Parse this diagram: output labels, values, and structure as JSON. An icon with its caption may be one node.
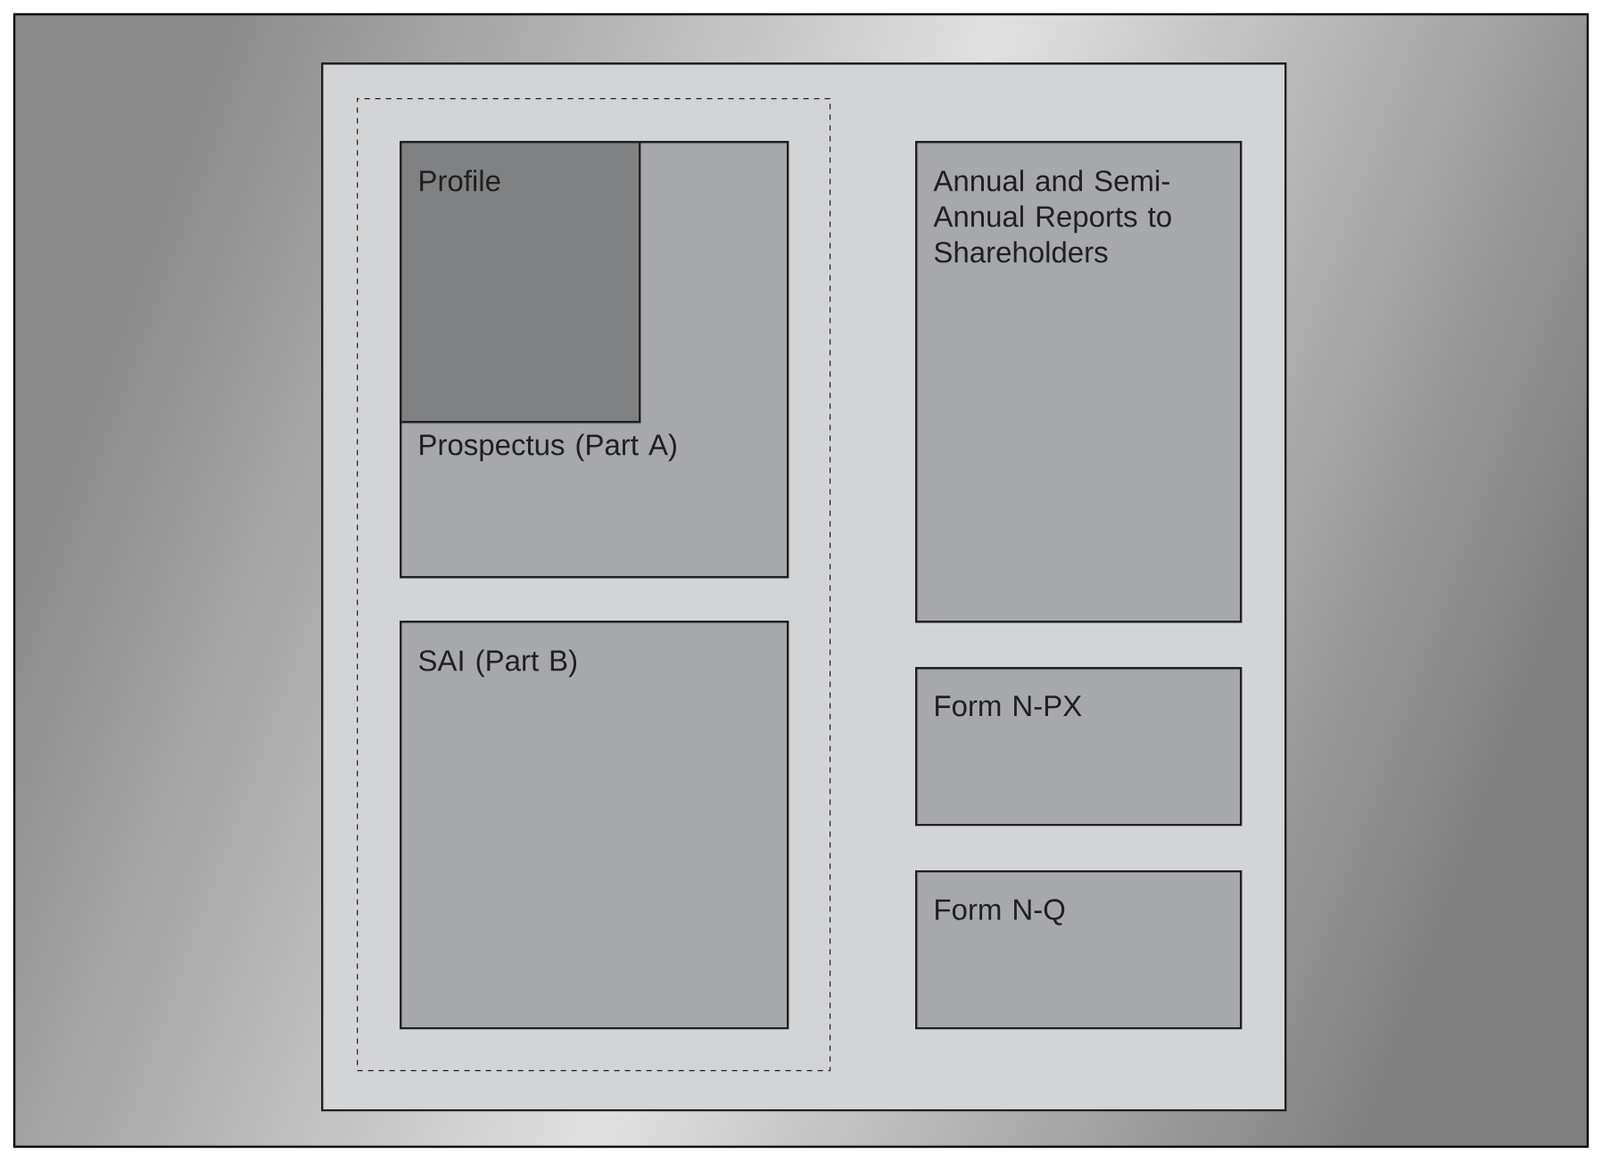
{
  "diagram": {
    "nodes": [
      {
        "text": [],
        "shape": "box"
      },
      {
        "text": [],
        "shape": "box",
        "in": 0
      },
      {
        "text": [
          "Prospectus (Part A)"
        ],
        "in": 1
      },
      {
        "text": [
          "Profile"
        ],
        "in": 2
      },
      {
        "text": [
          "SAI (Part B)"
        ],
        "in": 1
      },
      {
        "text": [
          "Annual and Semi-Annual Reports to Shareholders"
        ],
        "in": 0
      },
      {
        "text": [
          "Form N-PX"
        ],
        "in": 0
      },
      {
        "text": [
          "Form N-Q"
        ],
        "in": 0
      }
    ]
  }
}
